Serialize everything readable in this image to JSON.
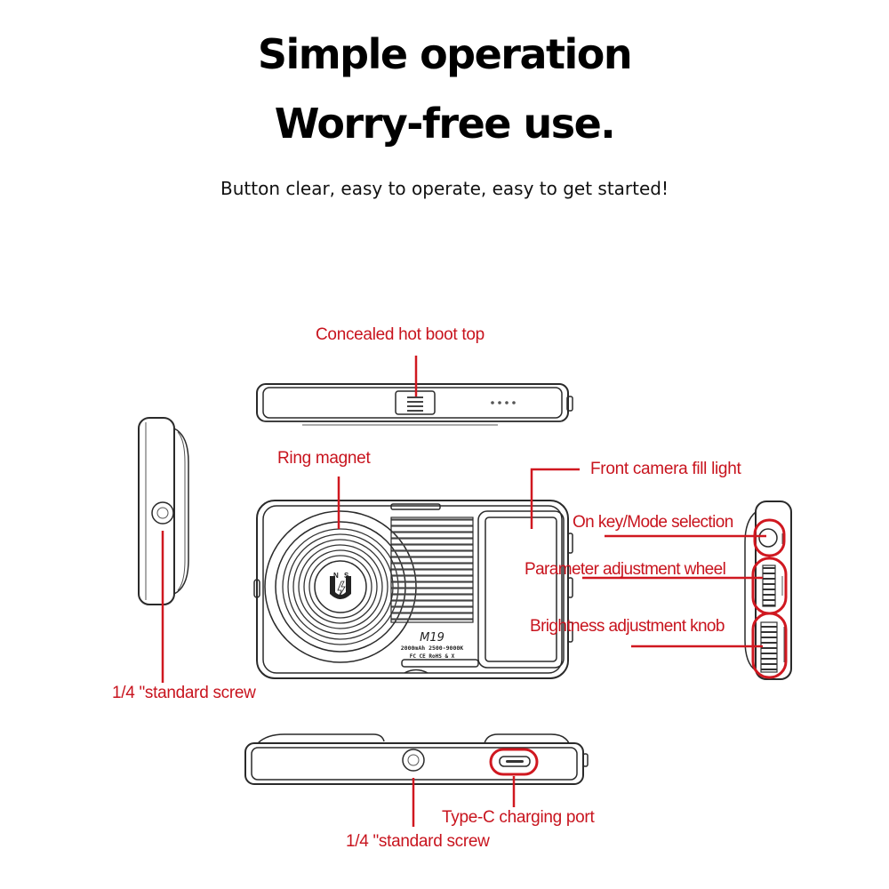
{
  "header": {
    "title_line1": "Simple operation",
    "title_line2": "Worry-free use.",
    "subtitle": "Button clear, easy to operate, easy to get started!"
  },
  "device": {
    "model": "M19",
    "spec_line1": "2000mAh 2500-9000K",
    "spec_line2": "FC CE RoHS & X",
    "magnet_n": "N",
    "magnet_s": "S"
  },
  "labels": {
    "hot_boot": "Concealed hot boot top",
    "ring_magnet": "Ring magnet",
    "fill_light": "Front camera fill light",
    "on_key": "On key/Mode selection",
    "param_wheel": "Parameter adjustment wheel",
    "brightness_knob": "Brightness adjustment knob",
    "screw_left": "1/4 \"standard screw",
    "typec": "Type-C charging port",
    "screw_bottom": "1/4 \"standard screw"
  },
  "colors": {
    "callout": "#d01820",
    "text": "#000000",
    "line_art": "#2a2a2a"
  }
}
